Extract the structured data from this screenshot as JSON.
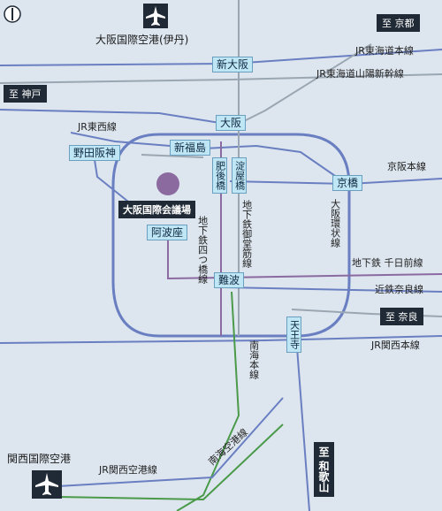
{
  "map": {
    "colors": {
      "background": "#dde6ef",
      "line_main": "#6a7fc1",
      "line_loop": "#6a7fc1",
      "line_subway": "#8a6aa0",
      "line_nankai": "#4a9a4a",
      "line_gray": "#9aa6b2",
      "station_fill": "#bfe6f4",
      "label_dark": "#1f2a36",
      "venue_dot": "#8b6aa0"
    },
    "icons": {
      "north": "compass-north-icon",
      "airport": "airplane-icon"
    },
    "airports": {
      "itami": "大阪国際空港(伊丹)",
      "kansai": "関西国際空港"
    },
    "directions": {
      "kyoto": "至 京都",
      "kobe": "至 神戸",
      "nara": "至 奈良",
      "wakayama": "至 和歌山"
    },
    "venue": "大阪国際会議場",
    "stations": {
      "shin_osaka": "新大阪",
      "osaka": "大阪",
      "shin_fukushima": "新福島",
      "noda_hanshin": "野田阪神",
      "higobashi": "肥後橋",
      "yodoyabashi": "淀屋橋",
      "kyobashi": "京橋",
      "awaza": "阿波座",
      "namba": "難波",
      "tennoji": "天王寺"
    },
    "lines": {
      "tokaido": "JR東海道本線",
      "sanyo_shinkansen": "JR東海道山陽新幹線",
      "tozai": "JR東西線",
      "keihan": "京阪本線",
      "loop": "大阪環状線",
      "midosuji": "地下鉄御堂筋線",
      "yotsubashi": "地下鉄四つ橋線",
      "sennichimae": "地下鉄 千日前線",
      "kintetsu_nara": "近鉄奈良線",
      "kansai_main": "JR関西本線",
      "nankai": "南海本線",
      "kansai_airport_line": "JR関西空港線",
      "nankai_airport_line": "南海空港線"
    }
  }
}
